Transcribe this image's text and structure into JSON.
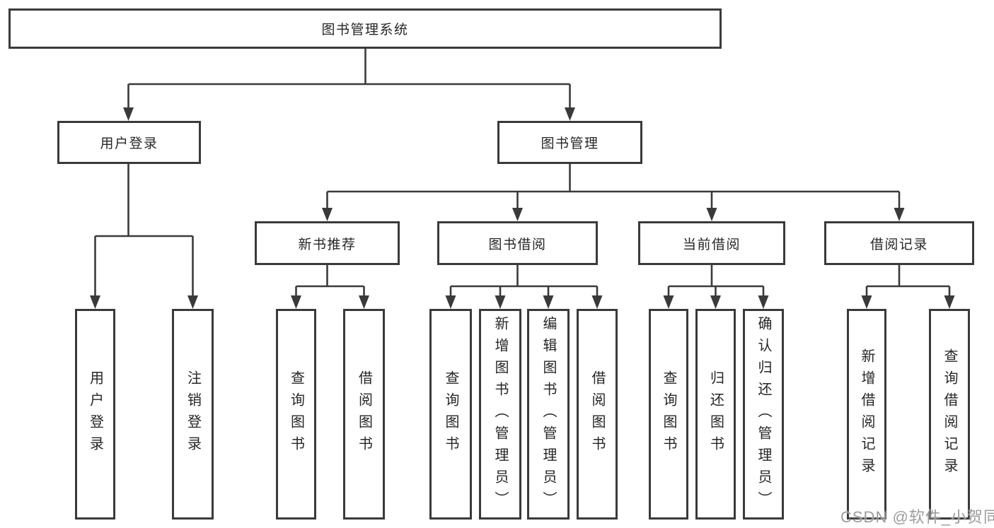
{
  "diagram": {
    "colors": {
      "line": "#3a3a3a",
      "text": "#262626",
      "background": "#ffffff",
      "watermark": "#949494"
    },
    "watermark": "CSDN @软件_小贺同学",
    "nodes": {
      "root": {
        "label": "图书管理系统"
      },
      "user_login": {
        "label": "用户登录"
      },
      "book_management": {
        "label": "图书管理"
      },
      "new_book_recommend": {
        "label": "新书推荐"
      },
      "book_borrowing": {
        "label": "图书借阅"
      },
      "current_borrowing": {
        "label": "当前借阅"
      },
      "borrowing_records": {
        "label": "借阅记录"
      },
      "user_login_leaf": {
        "label": "用户登录"
      },
      "logout": {
        "label": "注销登录"
      },
      "query_books_recommend": {
        "label": "查询图书"
      },
      "borrow_books_recommend": {
        "label": "借阅图书"
      },
      "query_books_borrowing": {
        "label": "查询图书"
      },
      "add_books_admin": {
        "label": "新增图书（管理员）"
      },
      "edit_books_admin": {
        "label": "编辑图书（管理员）"
      },
      "borrow_books_borrowing": {
        "label": "借阅图书"
      },
      "query_books_current": {
        "label": "查询图书"
      },
      "return_books": {
        "label": "归还图书"
      },
      "confirm_return_admin": {
        "label": "确认归还（管理员）"
      },
      "add_borrow_record": {
        "label": "新增借阅记录"
      },
      "query_borrow_record": {
        "label": "查询借阅记录"
      }
    }
  }
}
